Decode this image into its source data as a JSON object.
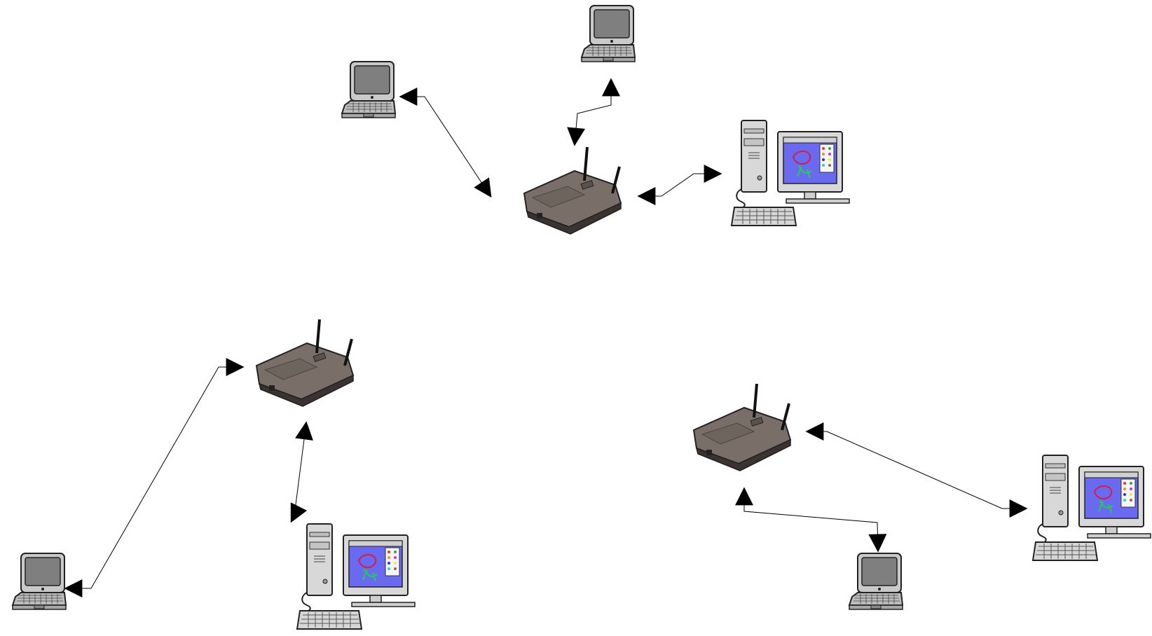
{
  "diagram": {
    "type": "wireless-network-topology",
    "groups": [
      {
        "name": "top-cluster",
        "hub": "router",
        "members": [
          "laptop",
          "laptop",
          "desktop-computer"
        ]
      },
      {
        "name": "left-cluster",
        "hub": "router",
        "members": [
          "laptop",
          "desktop-computer"
        ]
      },
      {
        "name": "right-cluster",
        "hub": "router",
        "members": [
          "desktop-computer",
          "laptop"
        ]
      }
    ],
    "icons": {
      "router": "wireless-router-icon",
      "laptop": "laptop-icon",
      "desktop": "desktop-computer-icon"
    },
    "colors": {
      "router_body": "#7a6f68",
      "router_dark": "#3a3330",
      "laptop_shell": "#c9c9c9",
      "laptop_screen": "#7f7f7f",
      "tower": "#d8d8d8",
      "monitor_screen": "#6a6af0",
      "line": "#000000"
    }
  }
}
